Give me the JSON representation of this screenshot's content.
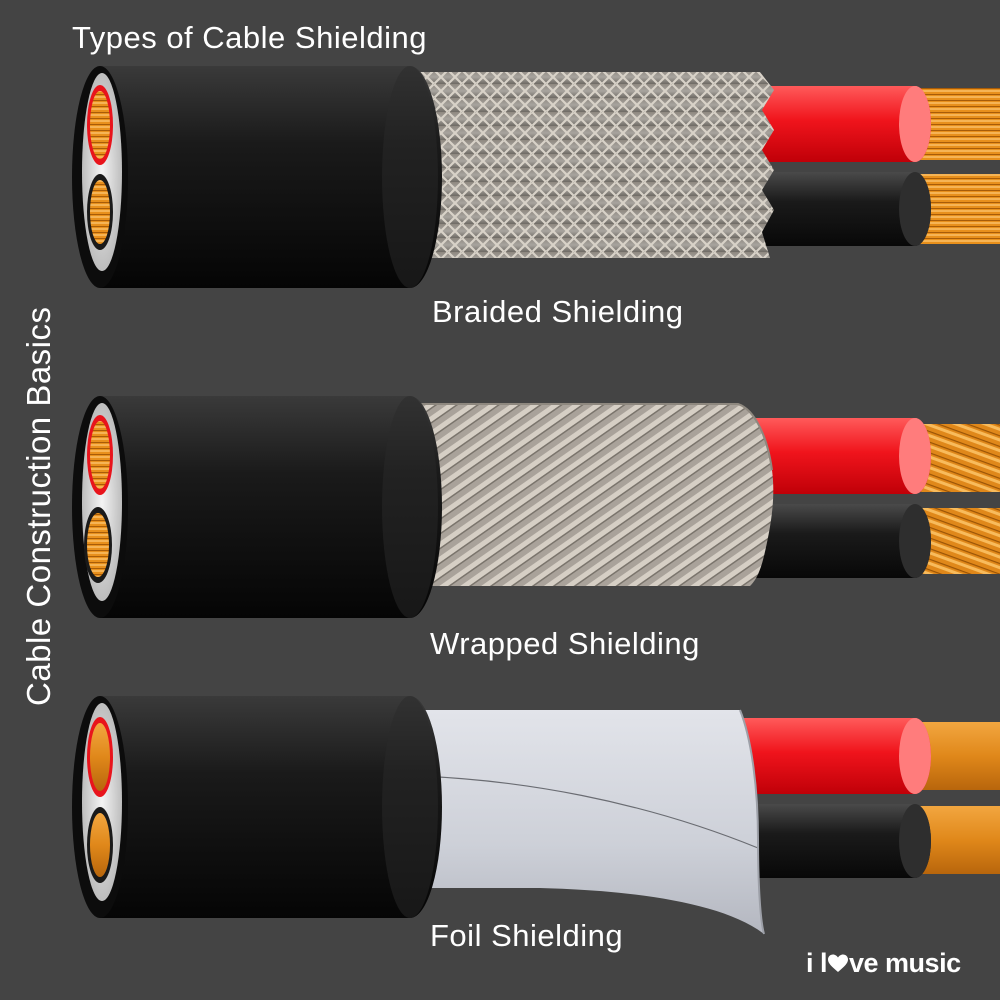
{
  "title": "Types of Cable Shielding",
  "side_title": "Cable Construction Basics",
  "cables": [
    {
      "label": "Braided Shielding"
    },
    {
      "label": "Wrapped Shielding"
    },
    {
      "label": "Foil Shielding"
    }
  ],
  "logo": {
    "prefix": "i l",
    "suffix": "ve music",
    "heart": "heart-icon"
  },
  "colors": {
    "background": "#444444",
    "jacket": "#111111",
    "red_conductor": "#e8141c",
    "copper": "#e8901c",
    "braid": "#b8b2a8",
    "foil": "#d6d8de",
    "text": "#ffffff"
  }
}
